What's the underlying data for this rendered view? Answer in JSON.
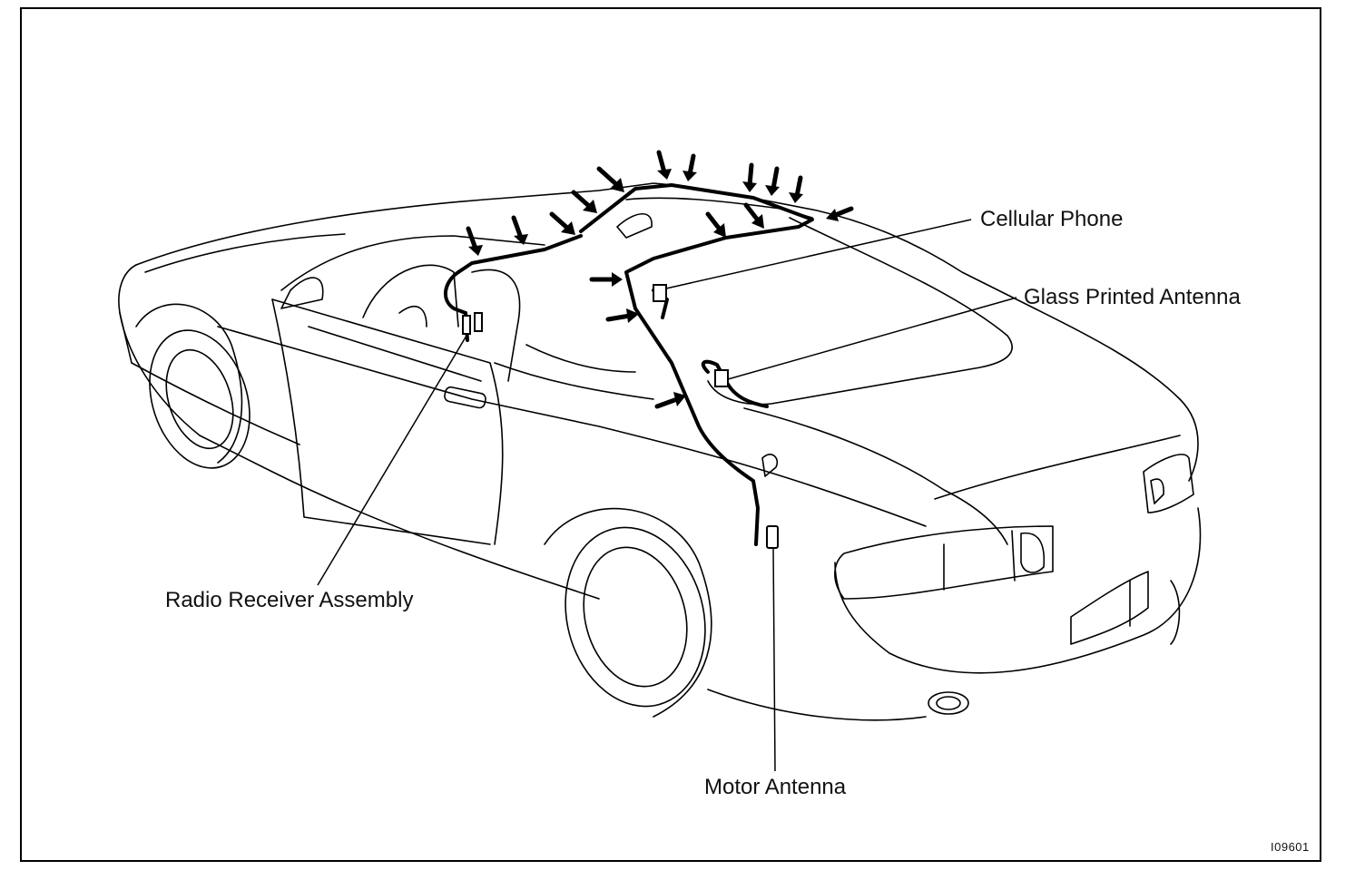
{
  "labels": {
    "cellular_phone": "Cellular Phone",
    "glass_printed_antenna": "Glass Printed Antenna",
    "radio_receiver_assembly": "Radio Receiver Assembly",
    "motor_antenna": "Motor Antenna"
  },
  "figure_code": "I09601",
  "colors": {
    "line": "#000000",
    "background": "#ffffff"
  },
  "icons": {
    "arrow": "filled-arrow-icon"
  }
}
